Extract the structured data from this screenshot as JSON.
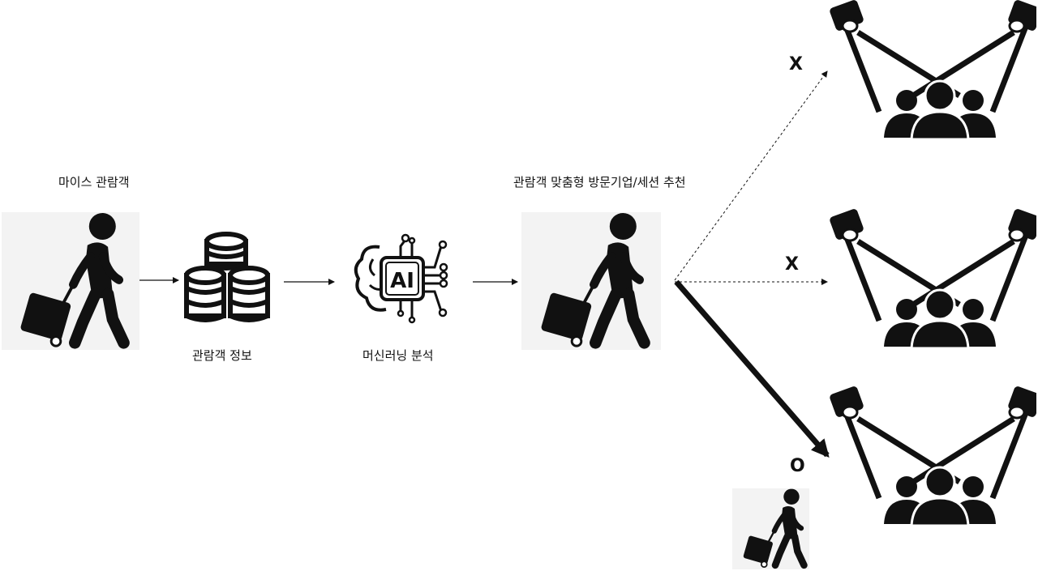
{
  "labels": {
    "mice_visitor": "마이스 관람객",
    "visitor_info": "관람객 정보",
    "ml_analysis": "머신러닝 분석",
    "recommendation": "관람객 맞춤형 방문기업/세션 추천"
  },
  "ai_chip_text": "AI",
  "destinations": [
    {
      "mark": "X"
    },
    {
      "mark": "X"
    },
    {
      "mark": "O"
    }
  ],
  "icons": {
    "traveler": "traveler-with-luggage-icon",
    "database": "database-stack-icon",
    "ai": "ai-brain-circuit-icon",
    "audience": "spotlight-audience-icon"
  },
  "colors": {
    "ink": "#111111",
    "halo": "#f3f3f3",
    "background": "#ffffff"
  }
}
